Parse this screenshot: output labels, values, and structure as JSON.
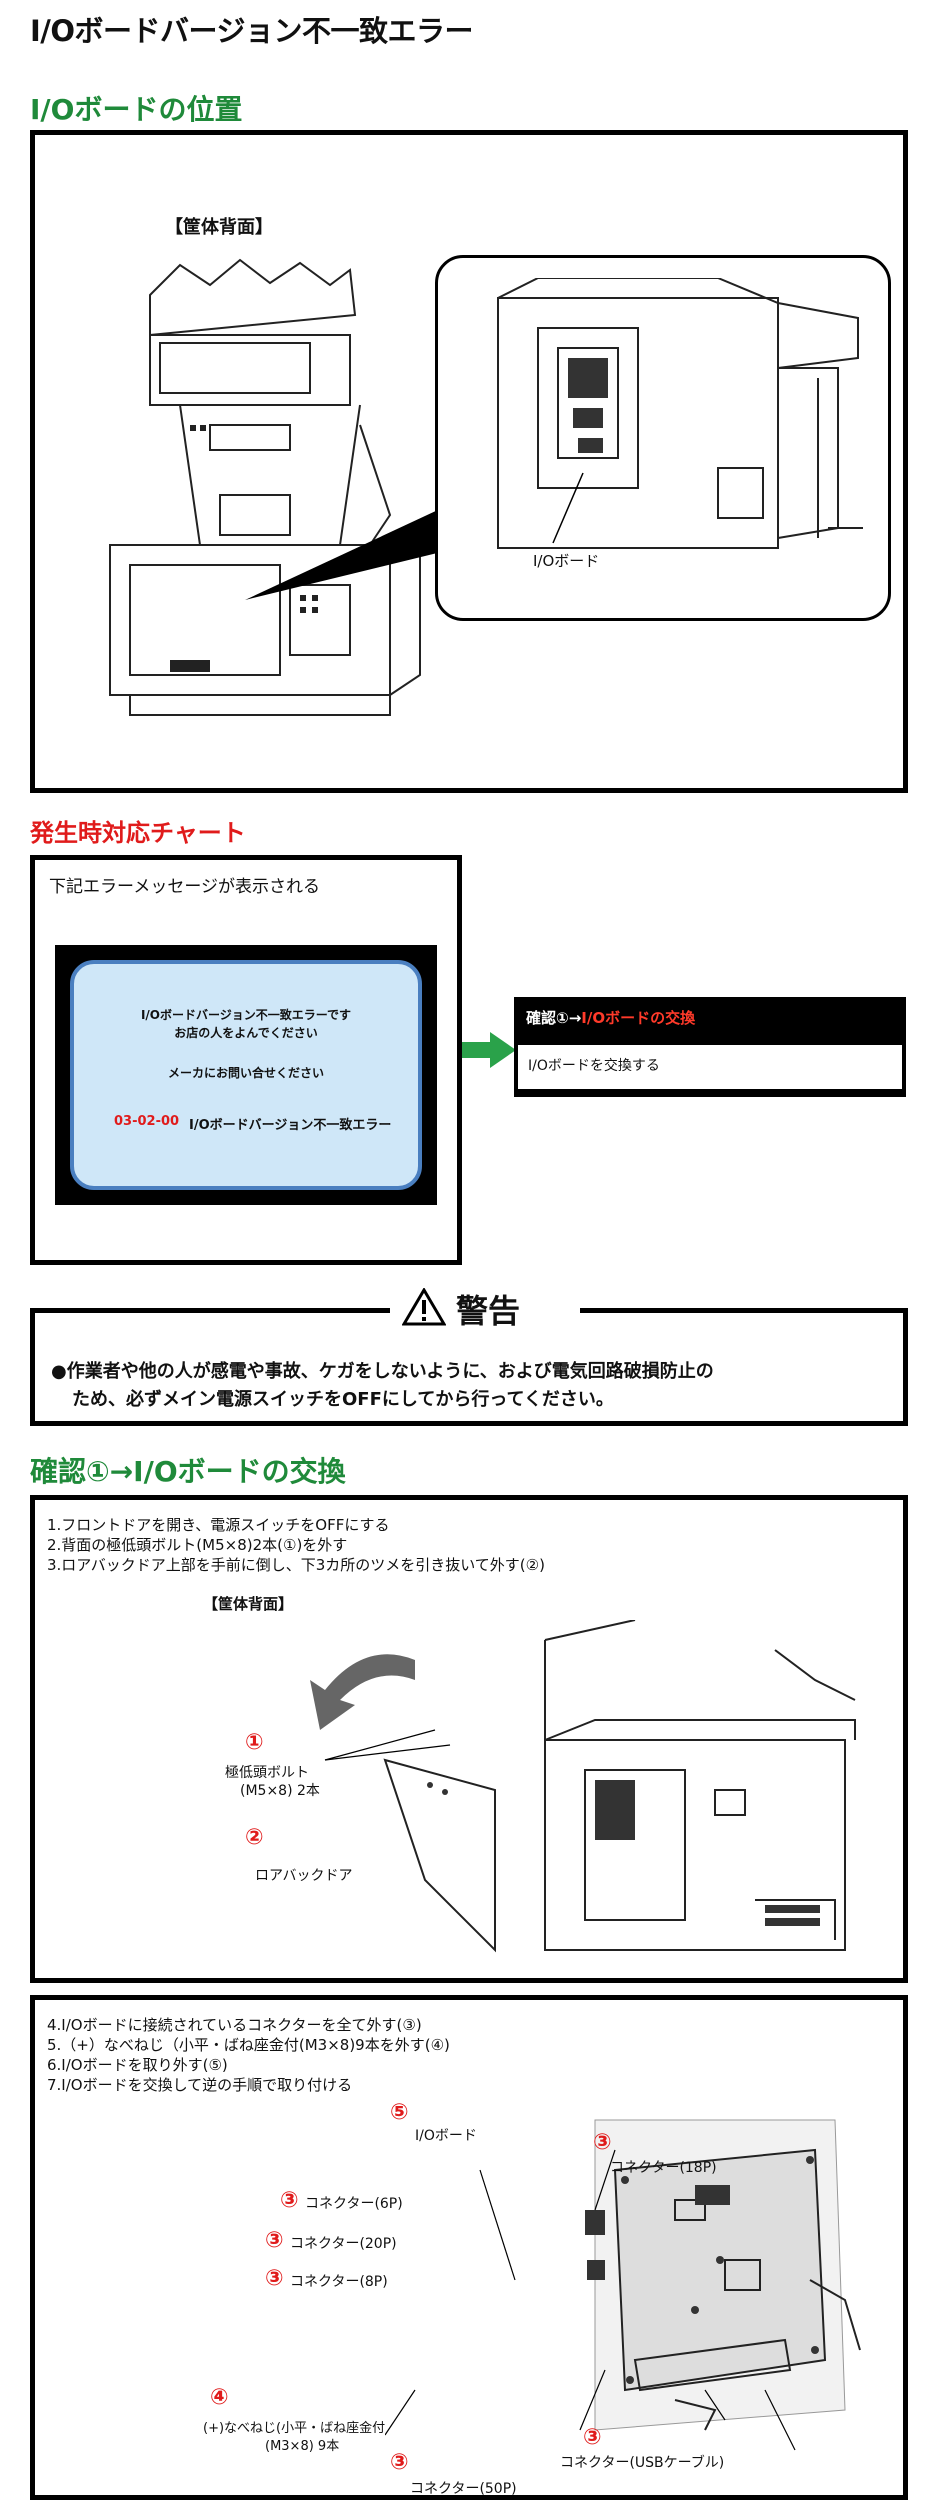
{
  "page_title": "I/Oボードバージョン不一致エラー",
  "sections": {
    "position_title": "I/Oボードの位置",
    "chart_title": "発生時対応チャート",
    "replace_title": "確認①→I/Oボードの交換"
  },
  "figure1": {
    "cabinet_back_label": "【筐体背面】",
    "io_board_label": "I/Oボード"
  },
  "chart": {
    "error_message_label": "下記エラーメッセージが表示される",
    "screen_line1": "I/Oボードバージョン不一致エラーです",
    "screen_line2": "お店の人をよんでください",
    "screen_line3": "メーカにお問い合せください",
    "error_code": "03-02-00",
    "error_name": "I/Oボードバージョン不一致エラー",
    "action_title_prefix": "確認①→",
    "action_title_main": "I/Oボードの交換",
    "action_body": "I/Oボードを交換する"
  },
  "warning": {
    "title": "警告",
    "line1": "●作業者や他の人が感電や事故、ケガをしないように、および電気回路破損防止の",
    "line2": "ため、必ずメイン電源スイッチをOFFにしてから行ってください。"
  },
  "steps1": {
    "s1": "1.フロントドアを開き、電源スイッチをOFFにする",
    "s2": "2.背面の極低頭ボルト(M5×8)2本(①)を外す",
    "s3": "3.ロアバックドア上部を手前に倒し、下3カ所のツメを引き抜いて外す(②)",
    "cabinet_back_label": "【筐体背面】",
    "num1": "①",
    "bolt_label1": "極低頭ボルト",
    "bolt_label2": "(M5×8) 2本",
    "num2": "②",
    "door_label": "ロアバックドア"
  },
  "steps2": {
    "s4": "4.I/Oボードに接続されているコネクターを全て外す(③)",
    "s5": "5.（+）なべねじ（小平・ばね座金付(M3×8)9本を外す(④)",
    "s6": "6.I/Oボードを取り外す(⑤)",
    "s7": "7.I/Oボードを交換して逆の手順で取り付ける",
    "num3": "③",
    "num4": "④",
    "num5": "⑤",
    "io_board": "I/Oボード",
    "conn18": "コネクター(18P)",
    "conn6": "コネクター(6P)",
    "conn20": "コネクター(20P)",
    "conn8": "コネクター(8P)",
    "screw1": "(+)なべねじ(小平・ばね座金付",
    "screw2": "(M3×8) 9本",
    "conn50": "コネクター(50P)",
    "connusb": "コネクター(USBケーブル)"
  }
}
